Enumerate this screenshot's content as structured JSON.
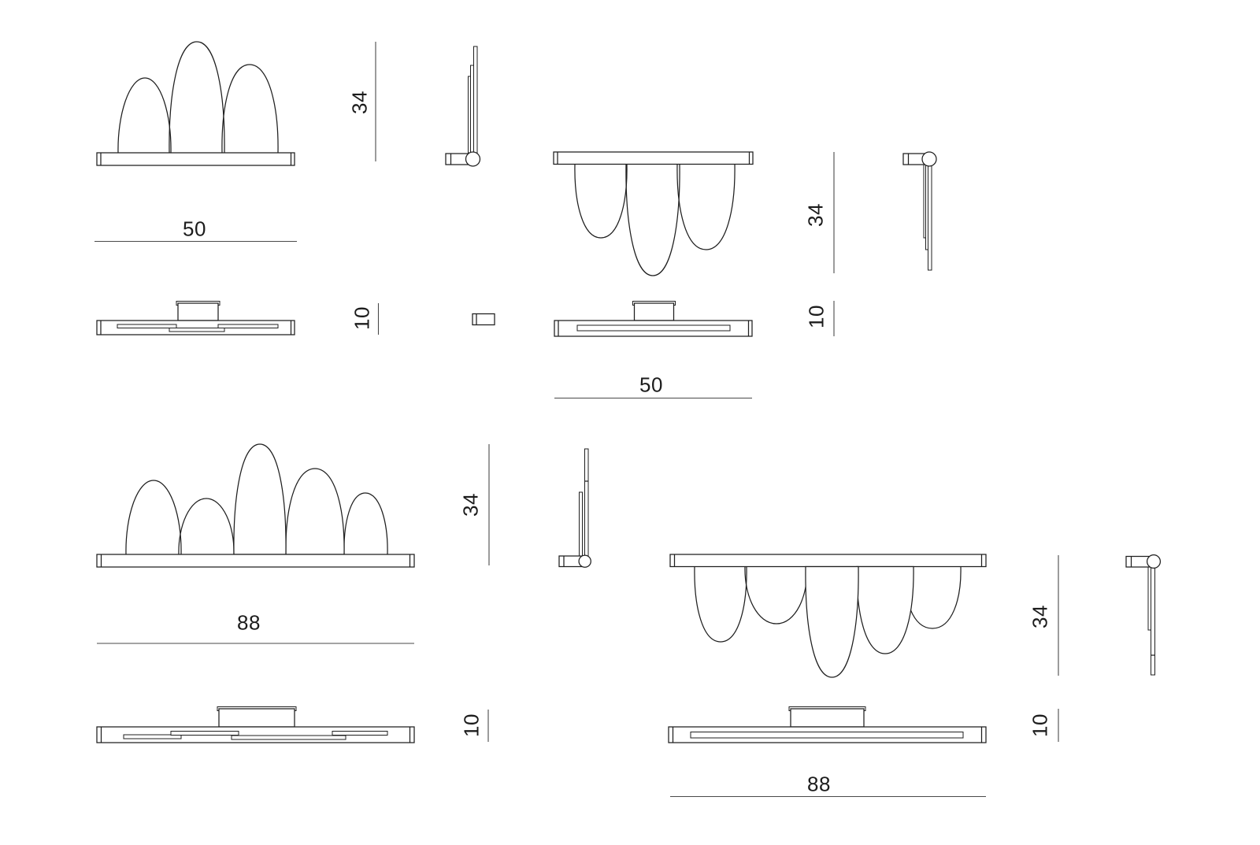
{
  "colors": {
    "background": "#ffffff",
    "object_line": "#1f1f1f",
    "dimension_line": "#4a4a4a",
    "text": "#1c1c1c"
  },
  "drawings": {
    "small_up": {
      "width": "50",
      "height": "34",
      "depth": "10"
    },
    "small_down": {
      "width": "50",
      "height": "34",
      "depth": "10"
    },
    "large_up": {
      "width": "88",
      "height": "34",
      "depth": "10"
    },
    "large_down": {
      "width": "88",
      "height": "34",
      "depth": "10"
    }
  }
}
